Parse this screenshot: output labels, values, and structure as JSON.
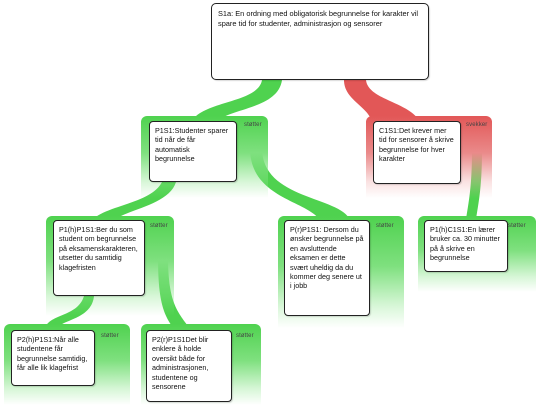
{
  "root": {
    "text": "S1a: En ordning med obligatorisk begrunnelse for karakter vil spare tid for studenter, administrasjon og sensorer"
  },
  "nodes": [
    {
      "id": "p1s1",
      "text": "P1S1:Studenter sparer tid når de får automatisk begrunnelse",
      "tag": "støtter",
      "relation": "support",
      "parent": "root"
    },
    {
      "id": "c1s1",
      "text": "C1S1:Det krever mer tid for sensorer å skrive begrunnelse for hver karakter",
      "tag": "svekker",
      "relation": "attack",
      "parent": "root"
    },
    {
      "id": "p1hp1s1",
      "text": "P1(h)P1S1:Ber du som student om begrunnelse på eksamenskarakteren, utsetter du samtidig klagefristen",
      "tag": "støtter",
      "relation": "support",
      "parent": "p1s1"
    },
    {
      "id": "prp1s1",
      "text": "P(r)P1S1: Dersom du ønsker begrunnelse på en avsluttende eksamen er dette svært uheldig da du kommer deg senere ut i jobb",
      "tag": "støtter",
      "relation": "support",
      "parent": "p1s1"
    },
    {
      "id": "p1hc1s1",
      "text": "P1(h)C1S1:En lærer bruker ca. 30 minutter på å skrive en begrunnelse",
      "tag": "støtter",
      "relation": "support",
      "parent": "c1s1"
    },
    {
      "id": "p2hp1s1",
      "text": "P2(h)P1S1:Når alle studentene får begrunnelse samtidig, får alle lik klagefrist",
      "tag": "støtter",
      "relation": "support",
      "parent": "p1hp1s1"
    },
    {
      "id": "p2rp1s1",
      "text": "P2(r)P1S1Det blir enklere å holde oversikt både for administrasjonen, studentene og sensorene",
      "tag": "støtter",
      "relation": "support",
      "parent": "p1hp1s1"
    }
  ],
  "colors": {
    "support": "#4fd24f",
    "attack": "#e25757",
    "border": "#222222"
  }
}
